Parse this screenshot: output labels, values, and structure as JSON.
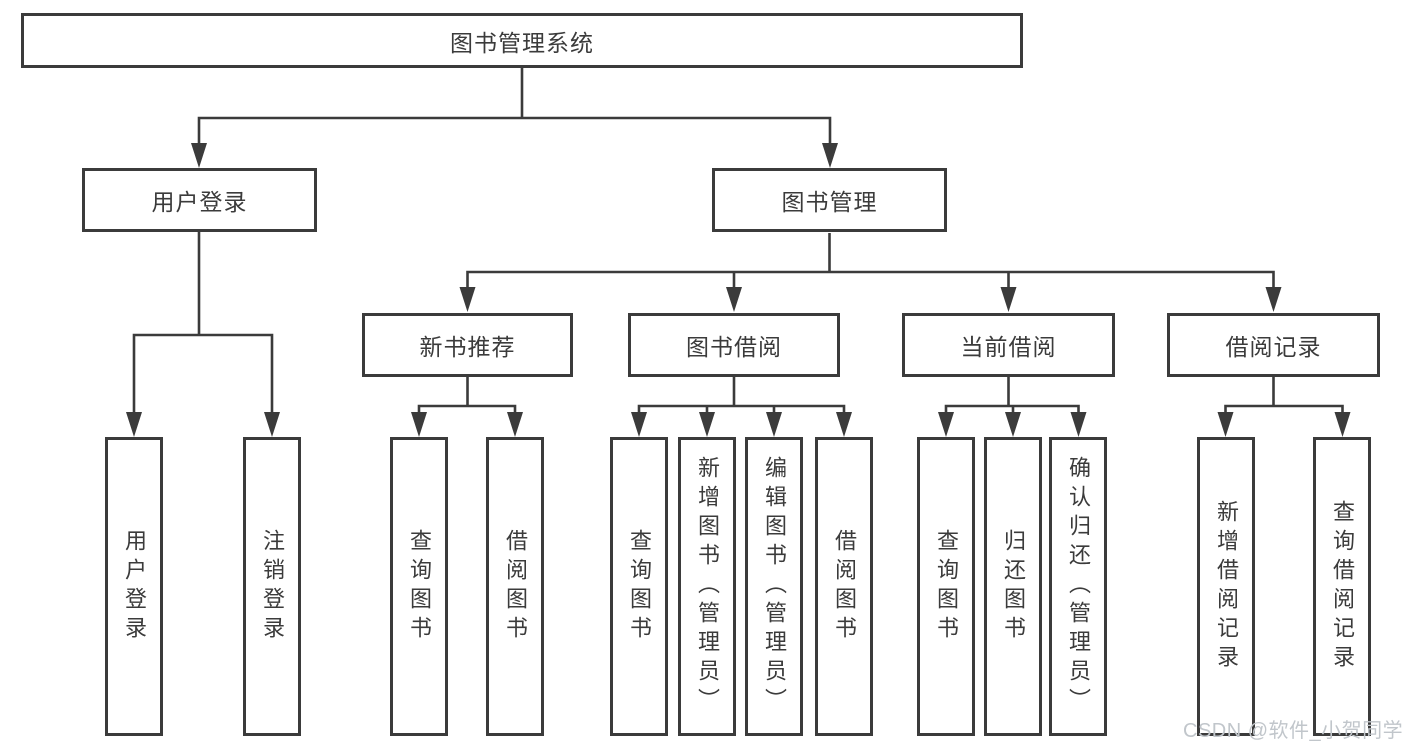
{
  "title": "图书管理系统",
  "level2": {
    "user_login": "用户登录",
    "book_mgmt": "图书管理"
  },
  "level3": {
    "new_book": "新书推荐",
    "borrow": "图书借阅",
    "current": "当前借阅",
    "records": "借阅记录"
  },
  "leaves": {
    "user_login": [
      "用户登录",
      "注销登录"
    ],
    "new_book": [
      "查询图书",
      "借阅图书"
    ],
    "borrow": [
      "查询图书",
      "新增图书（管理员）",
      "编辑图书（管理员）",
      "借阅图书"
    ],
    "current": [
      "查询图书",
      "归还图书",
      "确认归还（管理员）"
    ],
    "records": [
      "新增借阅记录",
      "查询借阅记录"
    ]
  },
  "watermark": "CSDN @软件_小贺同学",
  "colors": {
    "line": "#3b3b3b",
    "text": "#3b3b3b",
    "watermark": "#c1c6cb",
    "background": "#ffffff"
  }
}
